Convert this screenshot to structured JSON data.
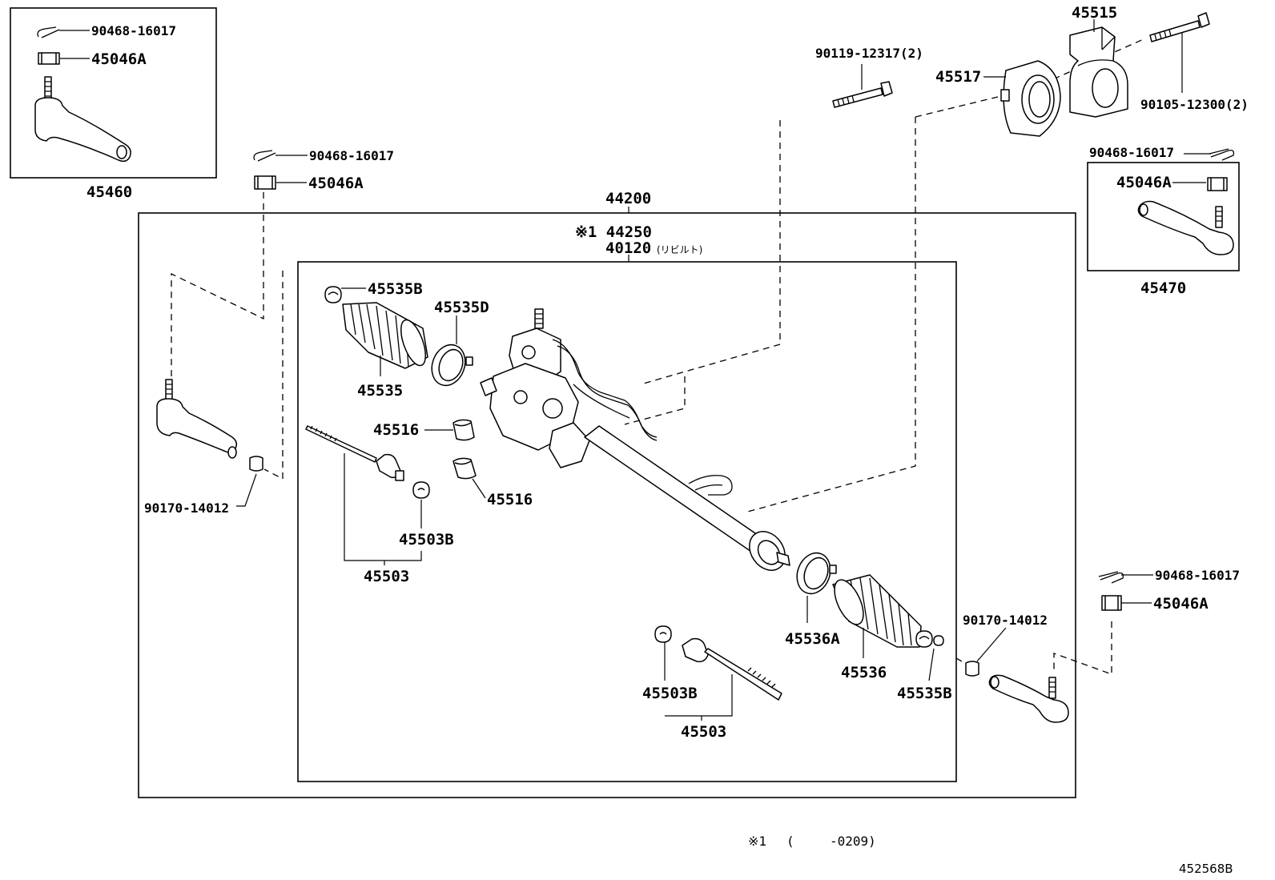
{
  "diagram": {
    "drawing_id": "452568B",
    "footnote": {
      "marker": "※1",
      "open": "(",
      "range": "-0209)"
    }
  },
  "assembly": {
    "main_part": "44200",
    "sub_ref": "※1 44250",
    "sub_part": "40120",
    "sub_part_note": "(リビルト)"
  },
  "inset_left": {
    "cotter_pin": "90468-16017",
    "nut": "45046A",
    "tie_rod_end": "45460"
  },
  "inset_right": {
    "cotter_pin": "90468-16017",
    "nut": "45046A",
    "tie_rod_end": "45470"
  },
  "left_side": {
    "cotter_pin": "90468-16017",
    "nut": "45046A",
    "bushing": "90170-14012"
  },
  "right_side": {
    "cotter_pin": "90468-16017",
    "nut": "45046A",
    "bushing": "90170-14012"
  },
  "mount": {
    "bracket": "45515",
    "grommet": "45517",
    "bolt_upper": "90105-12300(2)",
    "bolt_mid": "90119-12317(2)"
  },
  "inner_parts": {
    "clamp_left": "45535B",
    "band_left": "45535D",
    "boot_left": "45535",
    "bushing_a": "45516",
    "bushing_b": "45516",
    "washer_left": "45503B",
    "rod_left": "45503",
    "band_right": "45536A",
    "boot_right": "45536",
    "clamp_right": "45535B",
    "washer_right": "45503B",
    "rod_right": "45503"
  }
}
